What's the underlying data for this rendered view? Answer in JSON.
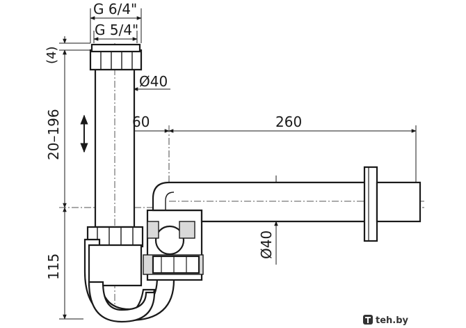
{
  "diagram": {
    "dimensions": {
      "thread_outer": "G 6/4\"",
      "thread_inner": "G 5/4\"",
      "nut_height": "(4)",
      "pipe_diameter_top": "Ø40",
      "vertical_adjust": "20–196",
      "offset": "60",
      "horizontal_length": "260",
      "pipe_diameter_side": "Ø40",
      "trap_height": "115"
    }
  },
  "watermark": {
    "site": "teh.by"
  }
}
